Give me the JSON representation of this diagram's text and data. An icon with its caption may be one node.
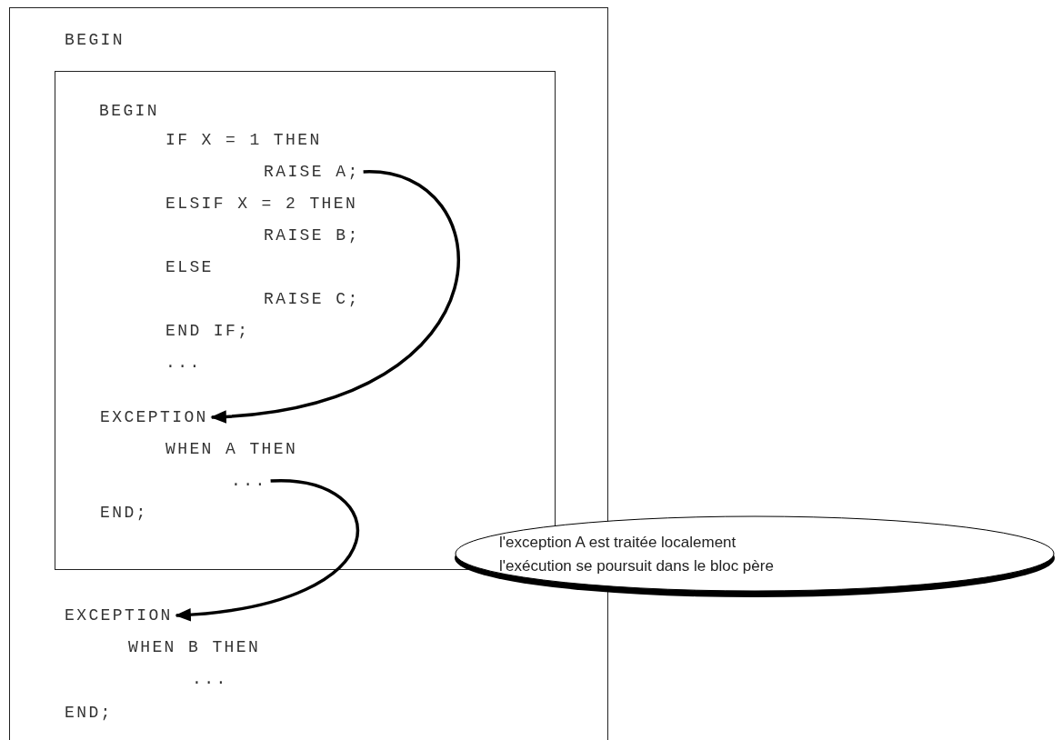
{
  "diagram": {
    "nodes": [
      {
        "text": [
          "BEGIN"
        ]
      },
      {
        "text": [
          "BEGIN"
        ],
        "in": 0
      },
      {
        "text": [
          "RAISE A;"
        ],
        "in": 1
      },
      {
        "text": [
          "EXCEPTION"
        ],
        "in": 1
      },
      {
        "text": [
          "..."
        ],
        "in": 1
      },
      {
        "text": [
          "EXCEPTION"
        ],
        "in": 0
      },
      {
        "text": [
          "l'exception A est traitée localement",
          "l'exécution se poursuit dans le bloc père"
        ]
      }
    ],
    "edges": [
      {
        "from": 2,
        "to": 3,
        "arrow": "to"
      },
      {
        "from": 4,
        "to": 5,
        "arrow": "to"
      }
    ],
    "labels": [
      "IF X = 1 THEN",
      "ELSIF X = 2 THEN",
      "RAISE B;",
      "ELSE",
      "RAISE C;",
      "END IF;",
      "...",
      "WHEN A THEN",
      "END;",
      "WHEN B THEN",
      "...",
      "END;"
    ]
  }
}
